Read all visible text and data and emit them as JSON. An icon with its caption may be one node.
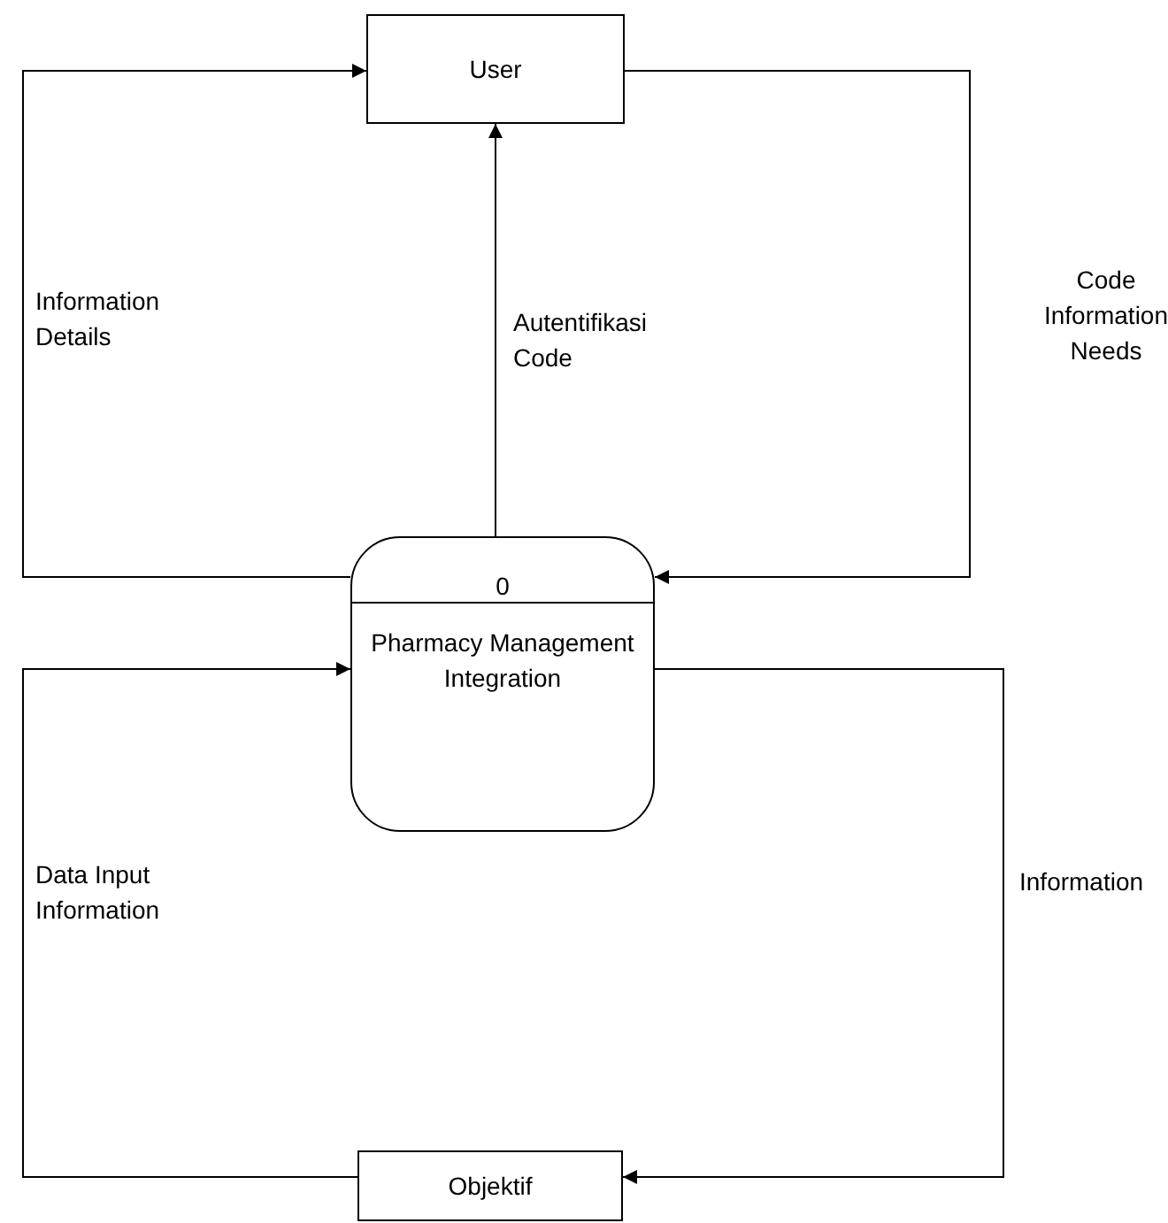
{
  "diagram": {
    "nodes": [
      {
        "text": [
          "User"
        ]
      },
      {
        "text": [
          "0",
          "Pharmacy Management Integration"
        ]
      },
      {
        "text": [
          "Objektif"
        ]
      }
    ],
    "edges": [
      {
        "from": 1,
        "to": 0,
        "arrow": "to",
        "label": "Information Details"
      },
      {
        "from": 1,
        "to": 0,
        "arrow": "to",
        "label": "Autentifikasi Code"
      },
      {
        "from": 0,
        "to": 1,
        "arrow": "to",
        "label": "Code Information Needs"
      },
      {
        "from": 2,
        "to": 1,
        "arrow": "to",
        "label": "Data Input Information"
      },
      {
        "from": 1,
        "to": 2,
        "arrow": "to",
        "label": "Information"
      }
    ]
  }
}
